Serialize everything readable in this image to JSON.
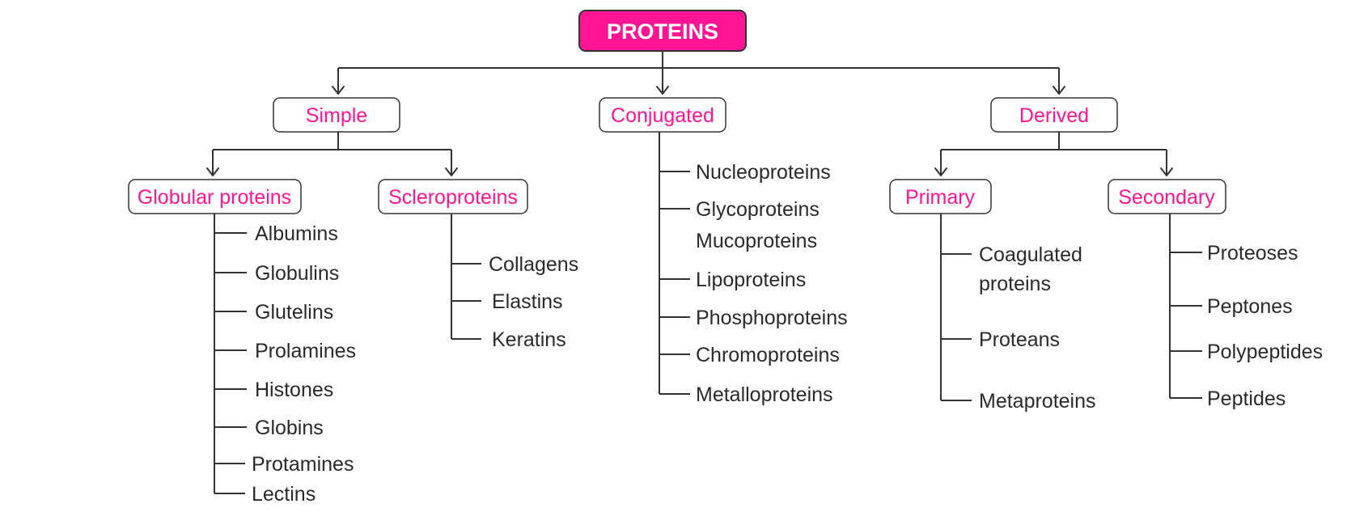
{
  "colors": {
    "accent": "#ff1493",
    "line": "#333333",
    "text": "#2a2a2a"
  },
  "root": "PROTEINS",
  "categories": {
    "simple": "Simple",
    "conjugated": "Conjugated",
    "derived": "Derived"
  },
  "subcategories": {
    "globular": "Globular proteins",
    "sclero": "Scleroproteins",
    "primary": "Primary",
    "secondary": "Secondary"
  },
  "globular_items": [
    "Albumins",
    "Globulins",
    "Glutelins",
    "Prolamines",
    "Histones",
    "Globins",
    "Protamines",
    "Lectins"
  ],
  "sclero_items": [
    "Collagens",
    "Elastins",
    "Keratins"
  ],
  "conjugated_items": [
    "Nucleoproteins",
    "Glycoproteins",
    "Mucoproteins",
    "Lipoproteins",
    "Phosphoproteins",
    "Chromoproteins",
    "Metalloproteins"
  ],
  "primary_items": [
    "Coagulated",
    "proteins",
    "Proteans",
    "Metaproteins"
  ],
  "secondary_items": [
    "Proteoses",
    "Peptones",
    "Polypeptides",
    "Peptides"
  ]
}
